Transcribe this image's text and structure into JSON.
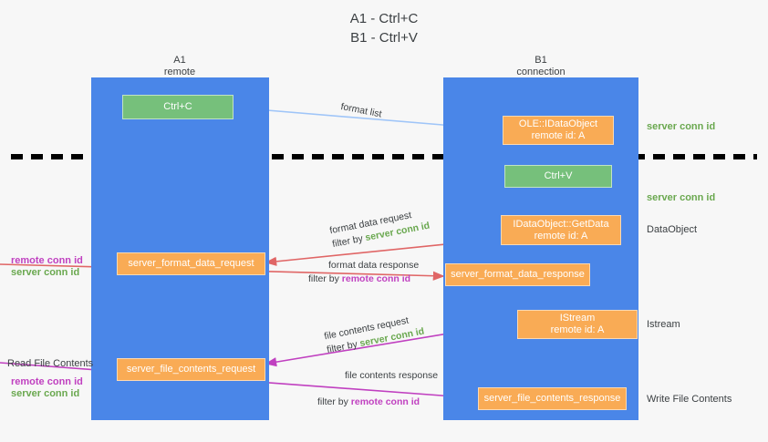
{
  "title": "A1 - Ctrl+C\nB1 - Ctrl+V",
  "lanes": [
    {
      "name": "A1",
      "role": "remote"
    },
    {
      "name": "B1",
      "role": "connection"
    }
  ],
  "colors": {
    "lane": "#4a86e8",
    "green_box": "#76c07b",
    "orange_box": "#f9ab55",
    "server_conn": "#6aa84f",
    "remote_conn": "#c040c0",
    "background": "#f7f7f7",
    "divider": "#000000",
    "arrow_format_list": "#9fc5f8",
    "arrow_red": "#e06666",
    "arrow_magenta": "#c040c0",
    "arrow_black": "#000000"
  },
  "boxes": {
    "ctrl_c": {
      "line1": "Ctrl+C",
      "line2": ""
    },
    "ole_idataobject": {
      "line1": "OLE::IDataObject",
      "line2": "remote id: A"
    },
    "ctrl_v": {
      "line1": "Ctrl+V",
      "line2": ""
    },
    "getdata": {
      "line1": "IDataObject::GetData",
      "line2": "remote id: A"
    },
    "istream": {
      "line1": "IStream",
      "line2": "remote id: A"
    },
    "server_format_data_request": {
      "line1": "server_format_data_request",
      "line2": ""
    },
    "server_format_data_response": {
      "line1": "server_format_data_response",
      "line2": ""
    },
    "server_file_contents_request": {
      "line1": "server_file_contents_request",
      "line2": ""
    },
    "server_file_contents_response": {
      "line1": "server_file_contents_response",
      "line2": ""
    }
  },
  "edges": {
    "format_list": "format list",
    "format_data_request": "format data request",
    "format_data_request_filter_prefix": "filter by ",
    "format_data_request_filter_key": "server conn id",
    "format_data_response": "format data response",
    "format_data_response_filter_prefix": "filter by ",
    "format_data_response_filter_key": "remote conn id",
    "file_contents_request": "file contents request",
    "file_contents_request_filter_prefix": "filter by ",
    "file_contents_request_filter_key": "server conn id",
    "file_contents_response": "file contents response",
    "file_contents_response_filter_prefix": "filter by ",
    "file_contents_response_filter_key": "remote conn id"
  },
  "right_labels": {
    "server_conn_top": "server conn id",
    "server_conn_mid": "server conn id",
    "dataobject": "DataObject",
    "istream": "Istream",
    "write_file_contents": "Write File Contents"
  },
  "left_labels": {
    "remote_conn_1": "remote conn id",
    "server_conn_1": "server conn id",
    "read_file_contents": "Read File Contents",
    "remote_conn_2": "remote conn id",
    "server_conn_2": "server conn id"
  }
}
